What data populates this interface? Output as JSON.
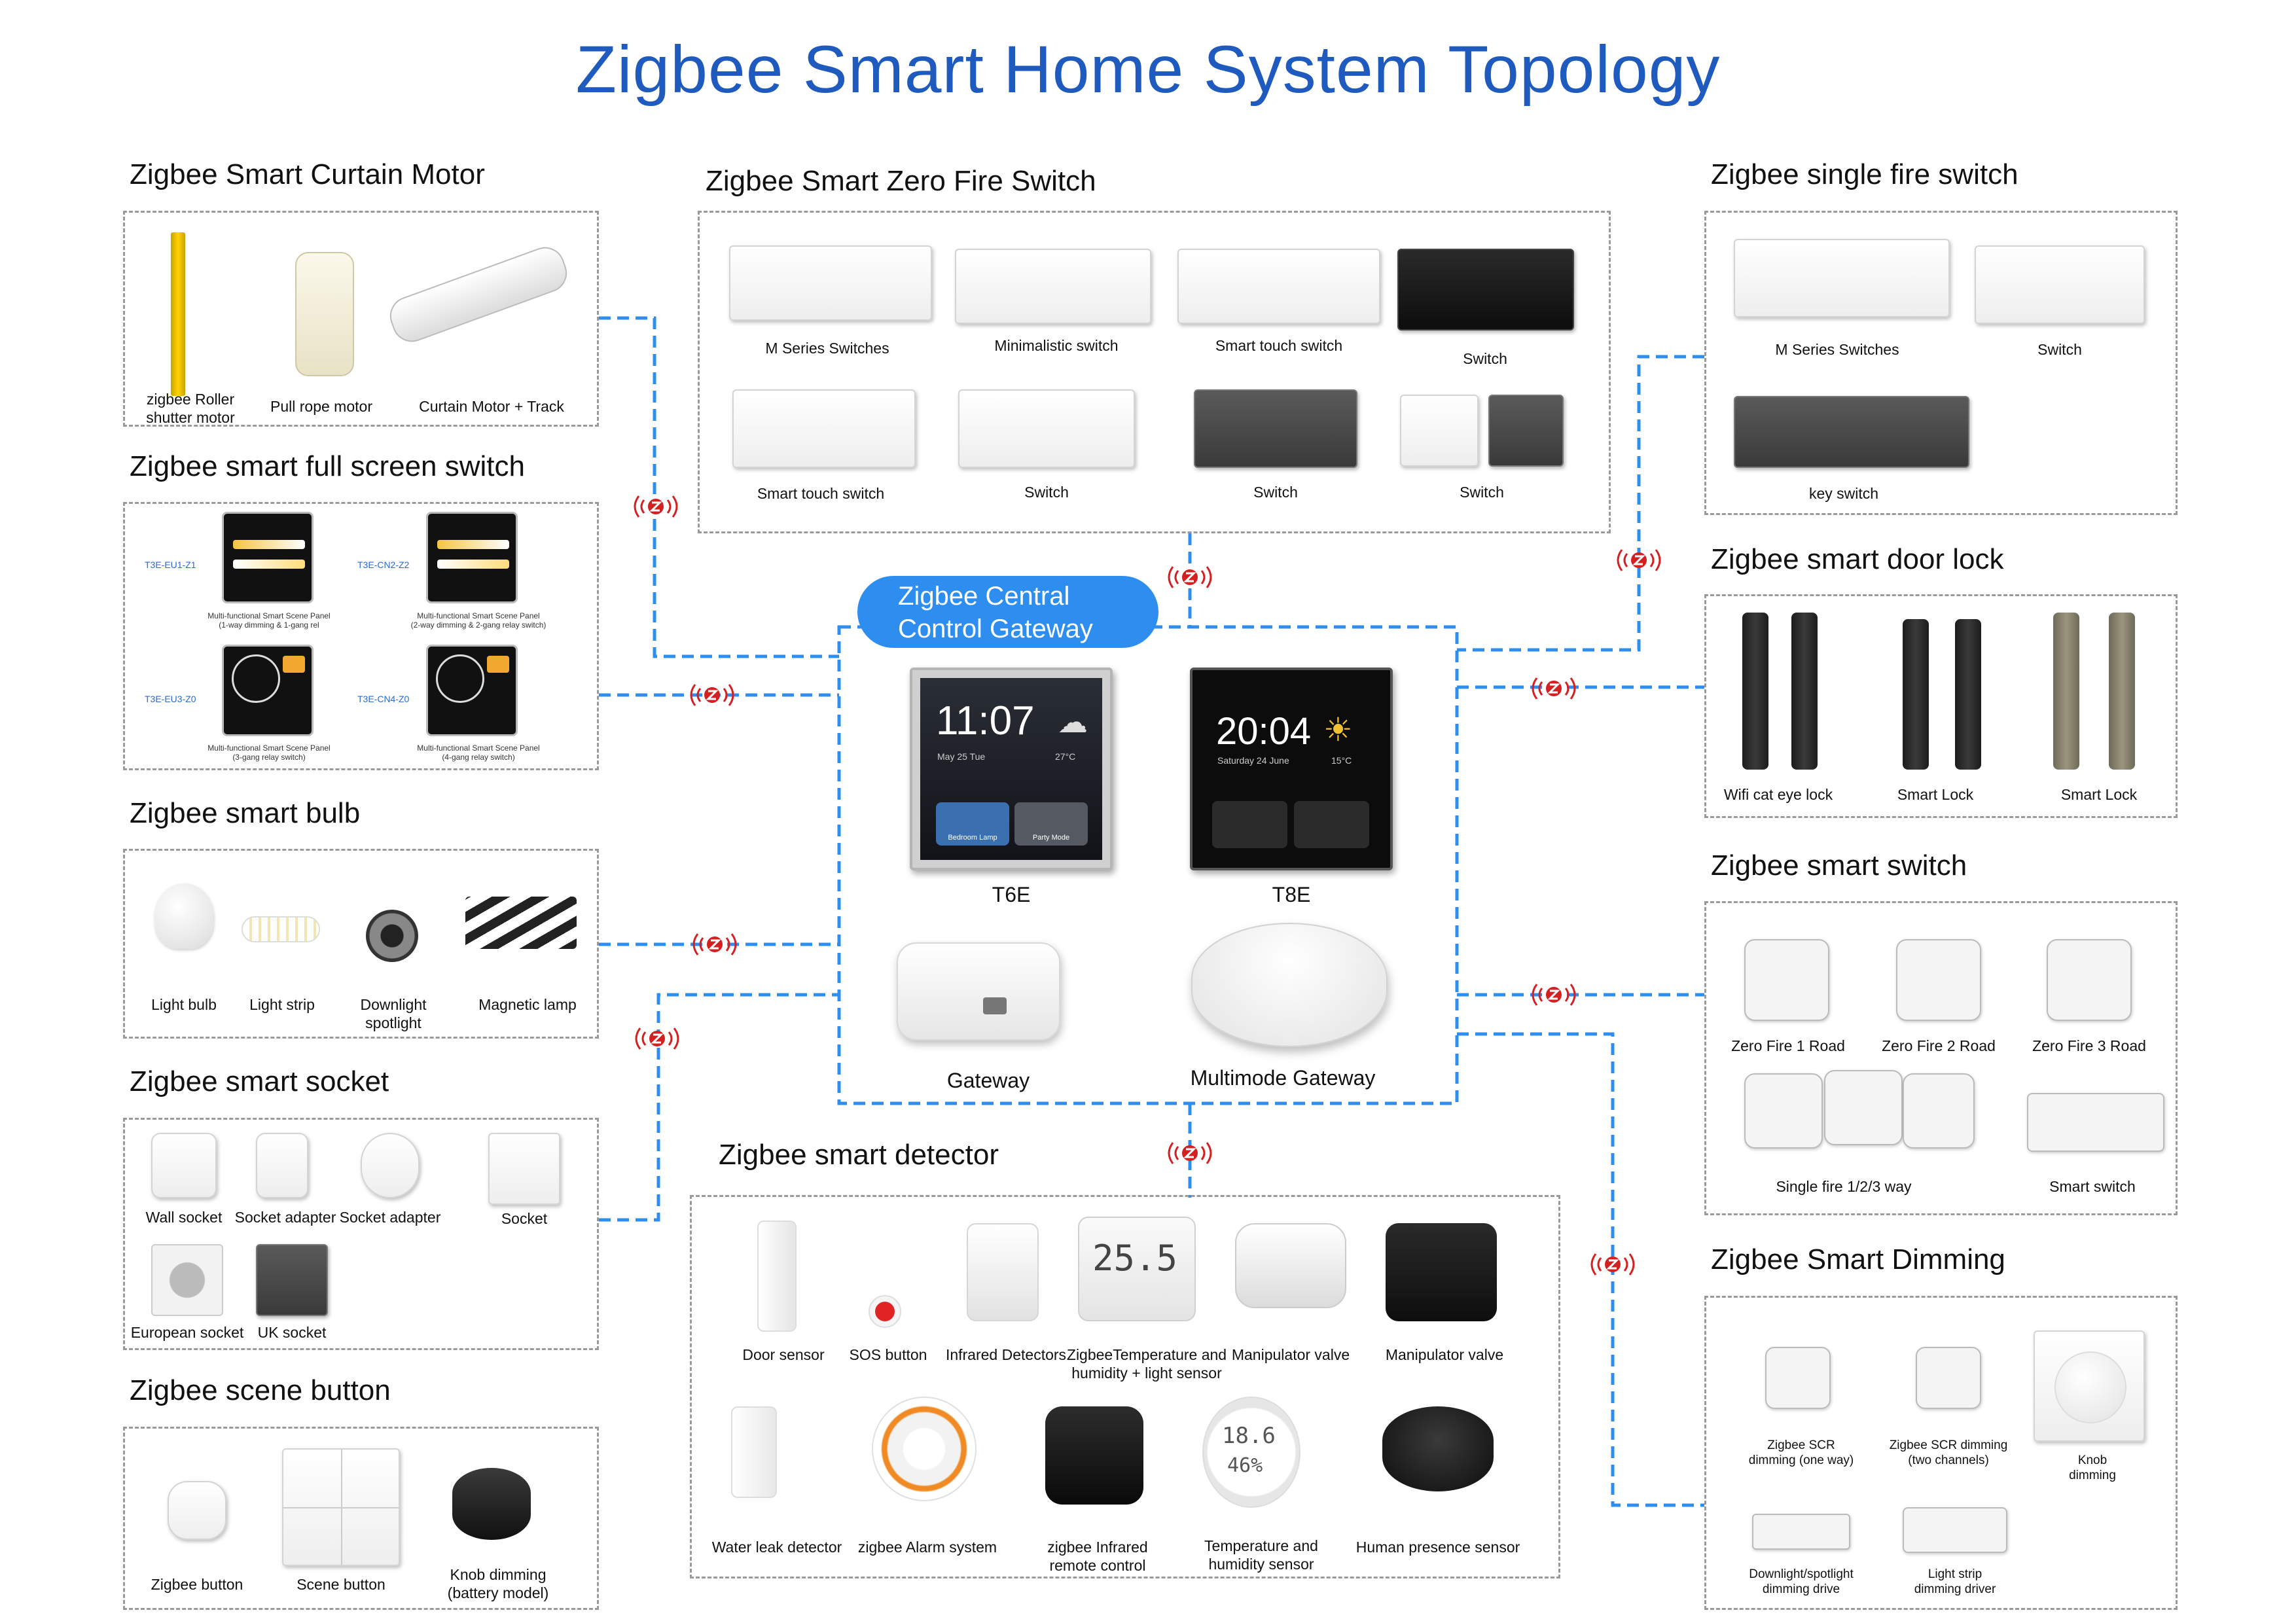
{
  "title": "Zigbee Smart Home System Topology",
  "gateway": {
    "label_line1": "Zigbee Central",
    "label_line2": "Control Gateway",
    "devices": [
      {
        "name": "T6E",
        "time": "11:07",
        "date": "May 25 Tue",
        "temp": "27°C",
        "btn1": "Bedroom Lamp",
        "btn2": "Party Mode"
      },
      {
        "name": "T8E",
        "time": "20:04",
        "date": "Saturday 24 June",
        "temp": "15°C",
        "btn1": "",
        "btn2": ""
      },
      {
        "name": "Gateway"
      },
      {
        "name": "Multimode Gateway"
      }
    ]
  },
  "sections": {
    "curtain": {
      "title": "Zigbee Smart Curtain Motor",
      "items": [
        "zigbee Roller\nshutter motor",
        "Pull rope motor",
        "Curtain Motor + Track"
      ]
    },
    "fullscreen": {
      "title": "Zigbee smart full screen switch",
      "items": [
        {
          "tag": "T3E-EU1-Z1",
          "label": "Multi-functional Smart Scene Panel\n(1-way dimming & 1-gang rel"
        },
        {
          "tag": "T3E-CN2-Z2",
          "label": "Multi-functional Smart Scene Panel\n(2-way dimming & 2-gang relay switch)"
        },
        {
          "tag": "T3E-EU3-Z0",
          "label": "Multi-functional Smart Scene Panel\n(3-gang relay switch)"
        },
        {
          "tag": "T3E-CN4-Z0",
          "label": "Multi-functional Smart Scene Panel\n(4-gang relay switch)"
        }
      ]
    },
    "bulb": {
      "title": "Zigbee smart bulb",
      "items": [
        "Light bulb",
        "Light strip",
        "Downlight\nspotlight",
        "Magnetic lamp"
      ]
    },
    "socket": {
      "title": "Zigbee smart socket",
      "items": [
        "Wall socket",
        "Socket adapter",
        "Socket adapter",
        "Socket",
        "European socket",
        "UK socket"
      ]
    },
    "scene": {
      "title": "Zigbee scene button",
      "items": [
        "Zigbee button",
        "Scene button",
        "Knob dimming\n(battery model)"
      ]
    },
    "zerofire": {
      "title": "Zigbee Smart Zero Fire Switch",
      "items": [
        "M Series Switches",
        "Minimalistic switch",
        "Smart touch switch",
        "Switch",
        "Smart touch switch",
        "Switch",
        "Switch",
        "Switch"
      ]
    },
    "detector": {
      "title": "Zigbee smart detector",
      "items": [
        "Door sensor",
        "SOS button",
        "Infrared Detectors",
        "ZigbeeTemperature and\nhumidity + light sensor",
        "Manipulator valve",
        "Manipulator valve",
        "Water leak detector",
        "zigbee Alarm system",
        "zigbee Infrared\nremote control",
        "Temperature and\nhumidity sensor",
        "Human presence sensor"
      ],
      "display1": "25.5",
      "display2": "18.6",
      "display3": "46%"
    },
    "singlefire": {
      "title": "Zigbee single fire switch",
      "items": [
        "M Series Switches",
        "Switch",
        "key switch"
      ]
    },
    "doorlock": {
      "title": "Zigbee smart door lock",
      "items": [
        "Wifi cat eye lock",
        "Smart Lock",
        "Smart Lock"
      ]
    },
    "smartswitch": {
      "title": "Zigbee smart switch",
      "items": [
        "Zero Fire 1 Road",
        "Zero Fire 2 Road",
        "Zero Fire 3 Road",
        "Single fire 1/2/3 way",
        "Smart switch"
      ]
    },
    "dimming": {
      "title": "Zigbee Smart Dimming",
      "items": [
        "Zigbee SCR\ndimming (one way)",
        "Zigbee SCR dimming\n(two channels)",
        "Knob\ndimming",
        "Downlight/spotlight\ndimming drive",
        "Light strip\ndimming driver"
      ]
    }
  },
  "colors": {
    "title": "#1f5bbf",
    "line": "#2e8ef0",
    "badge": "#d42020",
    "gateway": "#2e8ef0"
  },
  "icons": [
    "zigbee-signal-icon",
    "weather-cloud-icon",
    "weather-sun-icon"
  ]
}
